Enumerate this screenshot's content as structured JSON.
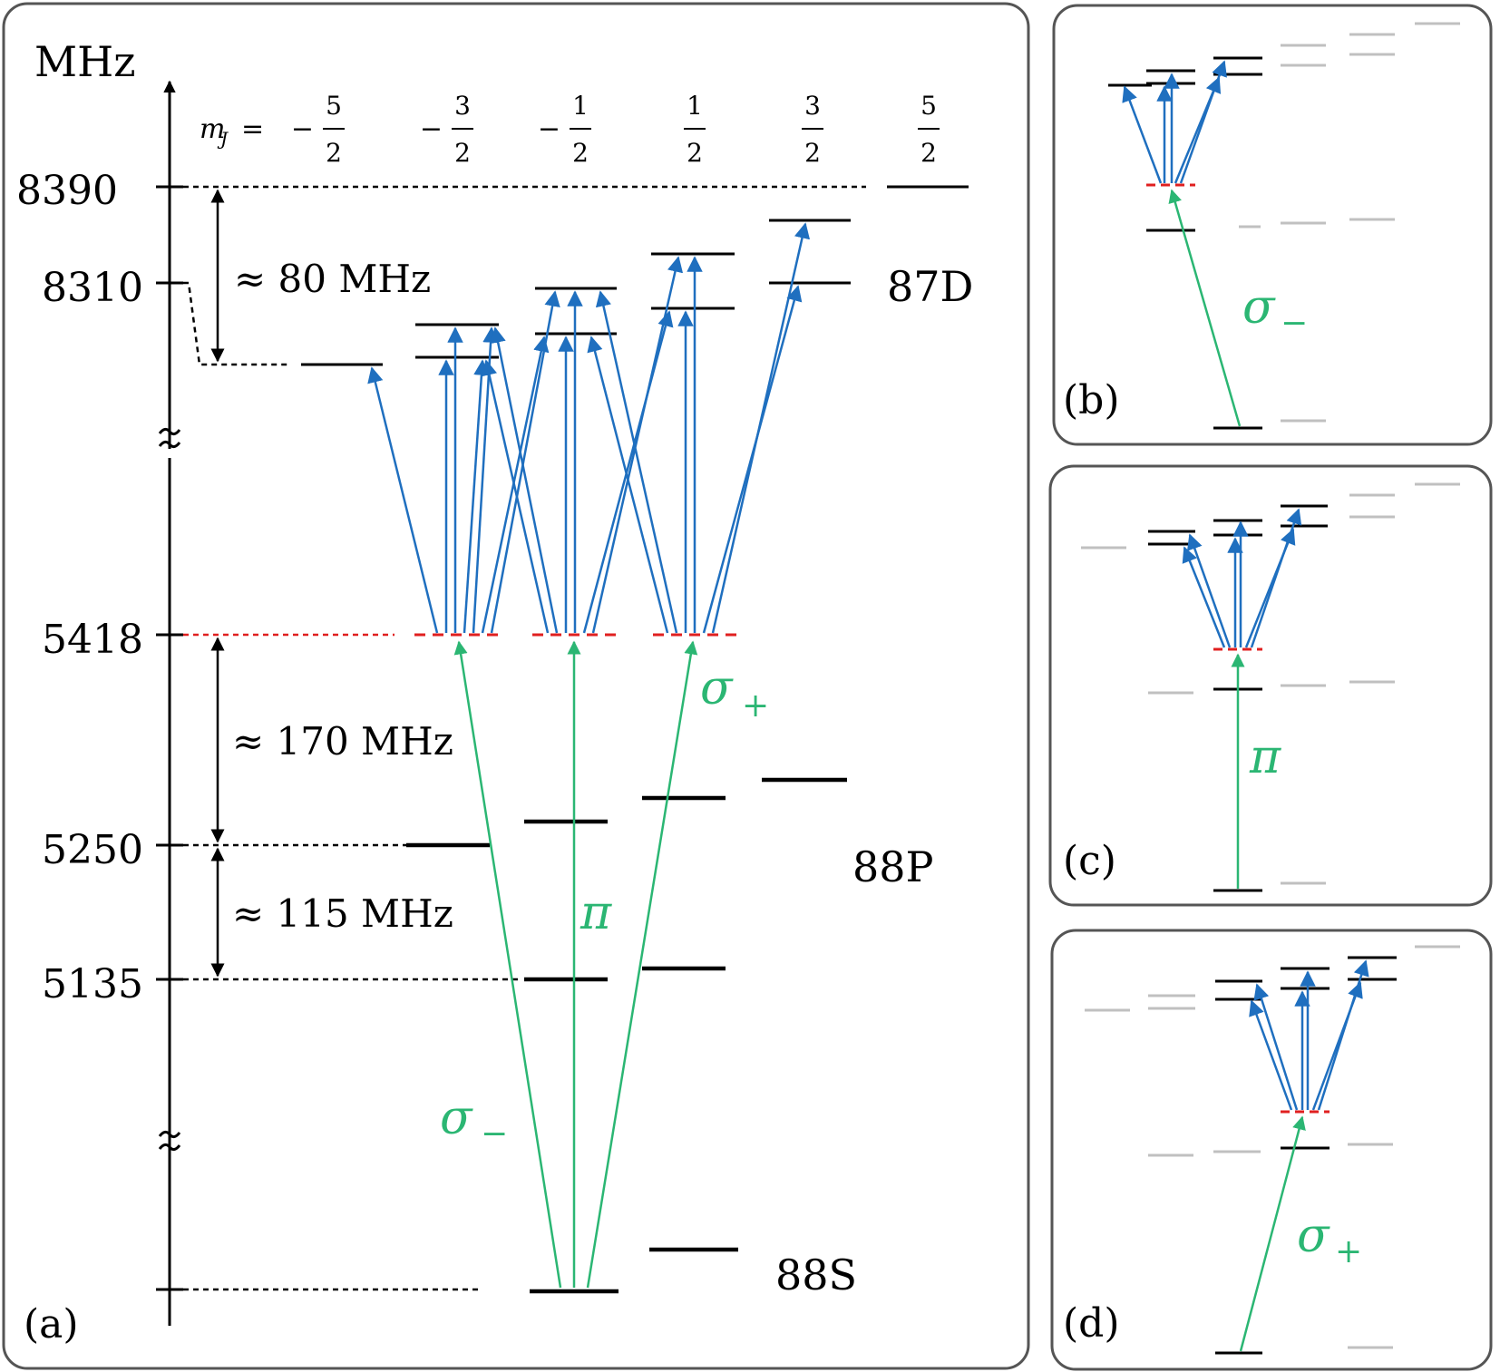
{
  "colors": {
    "black": "#000000",
    "blue": "#1f6fbf",
    "green": "#2bb673",
    "red": "#e02020",
    "gray": "#c0c0c0",
    "panel_border": "#555555"
  },
  "panel_a": {
    "unit": "MHz",
    "ticks": [
      "8390",
      "8310",
      "5418",
      "5250",
      "5135"
    ],
    "mj_prefix": "m",
    "mj_sub": "J",
    "mj_labels": [
      {
        "sign": "−",
        "num": "5",
        "den": "2"
      },
      {
        "sign": "−",
        "num": "3",
        "den": "2"
      },
      {
        "sign": "−",
        "num": "1",
        "den": "2"
      },
      {
        "sign": "",
        "num": "1",
        "den": "2"
      },
      {
        "sign": "",
        "num": "3",
        "den": "2"
      },
      {
        "sign": "",
        "num": "5",
        "den": "2"
      }
    ],
    "split_80": "≈ 80 MHz",
    "split_170": "≈ 170 MHz",
    "split_115": "≈ 115 MHz",
    "state_87D": "87D",
    "state_88P": "88P",
    "state_88S": "88S",
    "sigma_minus": "σ",
    "sigma_minus_sub": "−",
    "pi": "π",
    "sigma_plus": "σ",
    "sigma_plus_sub": "+",
    "panel_label": "(a)"
  },
  "panel_b": {
    "pol": "σ",
    "pol_sub": "−",
    "panel_label": "(b)"
  },
  "panel_c": {
    "pol": "π",
    "pol_sub": "",
    "panel_label": "(c)"
  },
  "panel_d": {
    "pol": "σ",
    "pol_sub": "+",
    "panel_label": "(d)"
  }
}
